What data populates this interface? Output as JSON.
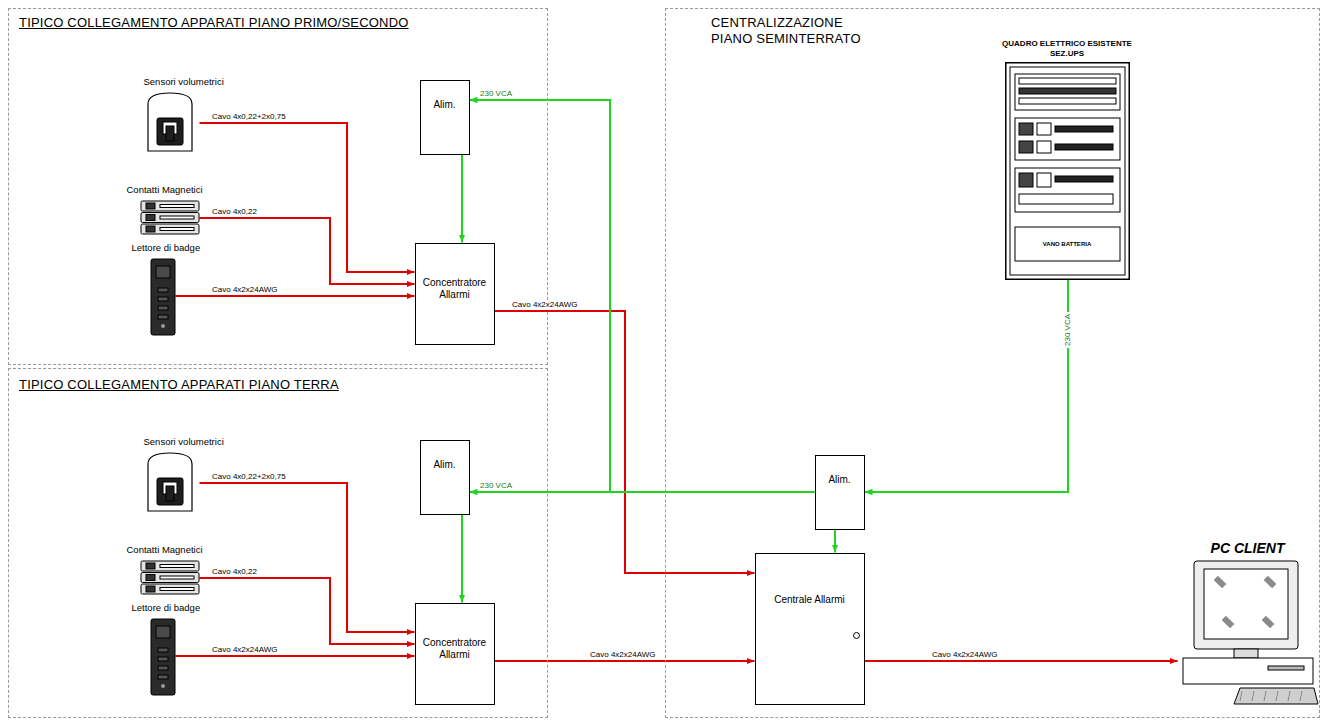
{
  "diagram": {
    "nodes": [
      {
        "text": [
          "TIPICO COLLEGAMENTO APPARATI PIANO PRIMO/SECONDO"
        ]
      },
      {
        "text": [
          "Sensori volumetrici"
        ],
        "in": 0
      },
      {
        "text": [
          "Contatti Magnetici"
        ],
        "in": 0
      },
      {
        "text": [
          "Lettore di badge"
        ],
        "in": 0
      },
      {
        "text": [
          "Alim."
        ],
        "in": 0
      },
      {
        "text": [
          "Concentratore Allarmi"
        ],
        "in": 0
      },
      {
        "text": [
          "TIPICO COLLEGAMENTO APPARATI PIANO TERRA"
        ]
      },
      {
        "text": [
          "Sensori volumetrici"
        ],
        "in": 6
      },
      {
        "text": [
          "Contatti Magnetici"
        ],
        "in": 6
      },
      {
        "text": [
          "Lettore di badge"
        ],
        "in": 6
      },
      {
        "text": [
          "Alim."
        ],
        "in": 6
      },
      {
        "text": [
          "Concentratore Allarmi"
        ],
        "in": 6
      },
      {
        "text": [
          "CENTRALIZZAZIONE PIANO SEMINTERRATO"
        ]
      },
      {
        "text": [
          "QUADRO ELETTRICO ESISTENTE SEZ.UPS",
          "VANO BATTERIA"
        ],
        "in": 12
      },
      {
        "text": [
          "Alim."
        ],
        "in": 12
      },
      {
        "text": [
          "Centrale Allarmi"
        ],
        "in": 12
      },
      {
        "text": [
          "PC CLIENT"
        ],
        "in": 12
      }
    ],
    "edges": [
      {
        "from": 1,
        "to": 5,
        "label": "Cavo 4x0,22+2x0,75",
        "arrow": "to"
      },
      {
        "from": 2,
        "to": 5,
        "label": "Cavo 4x0,22",
        "arrow": "to"
      },
      {
        "from": 3,
        "to": 5,
        "label": "Cavo 4x2x24AWG",
        "arrow": "to"
      },
      {
        "from": 4,
        "to": 5,
        "arrow": "to"
      },
      {
        "from": 5,
        "to": 15,
        "label": "Cavo 4x2x24AWG",
        "arrow": "to"
      },
      {
        "from": 7,
        "to": 11,
        "label": "Cavo 4x0,22+2x0,75",
        "arrow": "to"
      },
      {
        "from": 8,
        "to": 11,
        "label": "Cavo 4x0,22",
        "arrow": "to"
      },
      {
        "from": 9,
        "to": 11,
        "label": "Cavo 4x2x24AWG",
        "arrow": "to"
      },
      {
        "from": 10,
        "to": 11,
        "arrow": "to"
      },
      {
        "from": 11,
        "to": 15,
        "label": "Cavo 4x2x24AWG",
        "arrow": "to"
      },
      {
        "from": 13,
        "to": 14,
        "label": "230 VCA",
        "arrow": "to"
      },
      {
        "from": 14,
        "to": 10,
        "label": "230 VCA",
        "arrow": "to"
      },
      {
        "from": 14,
        "to": 4,
        "label": "230 VCA",
        "arrow": "to"
      },
      {
        "from": 14,
        "to": 15,
        "arrow": "to"
      },
      {
        "from": 15,
        "to": 16,
        "label": "Cavo 4x2x24AWG",
        "arrow": "to"
      }
    ]
  }
}
